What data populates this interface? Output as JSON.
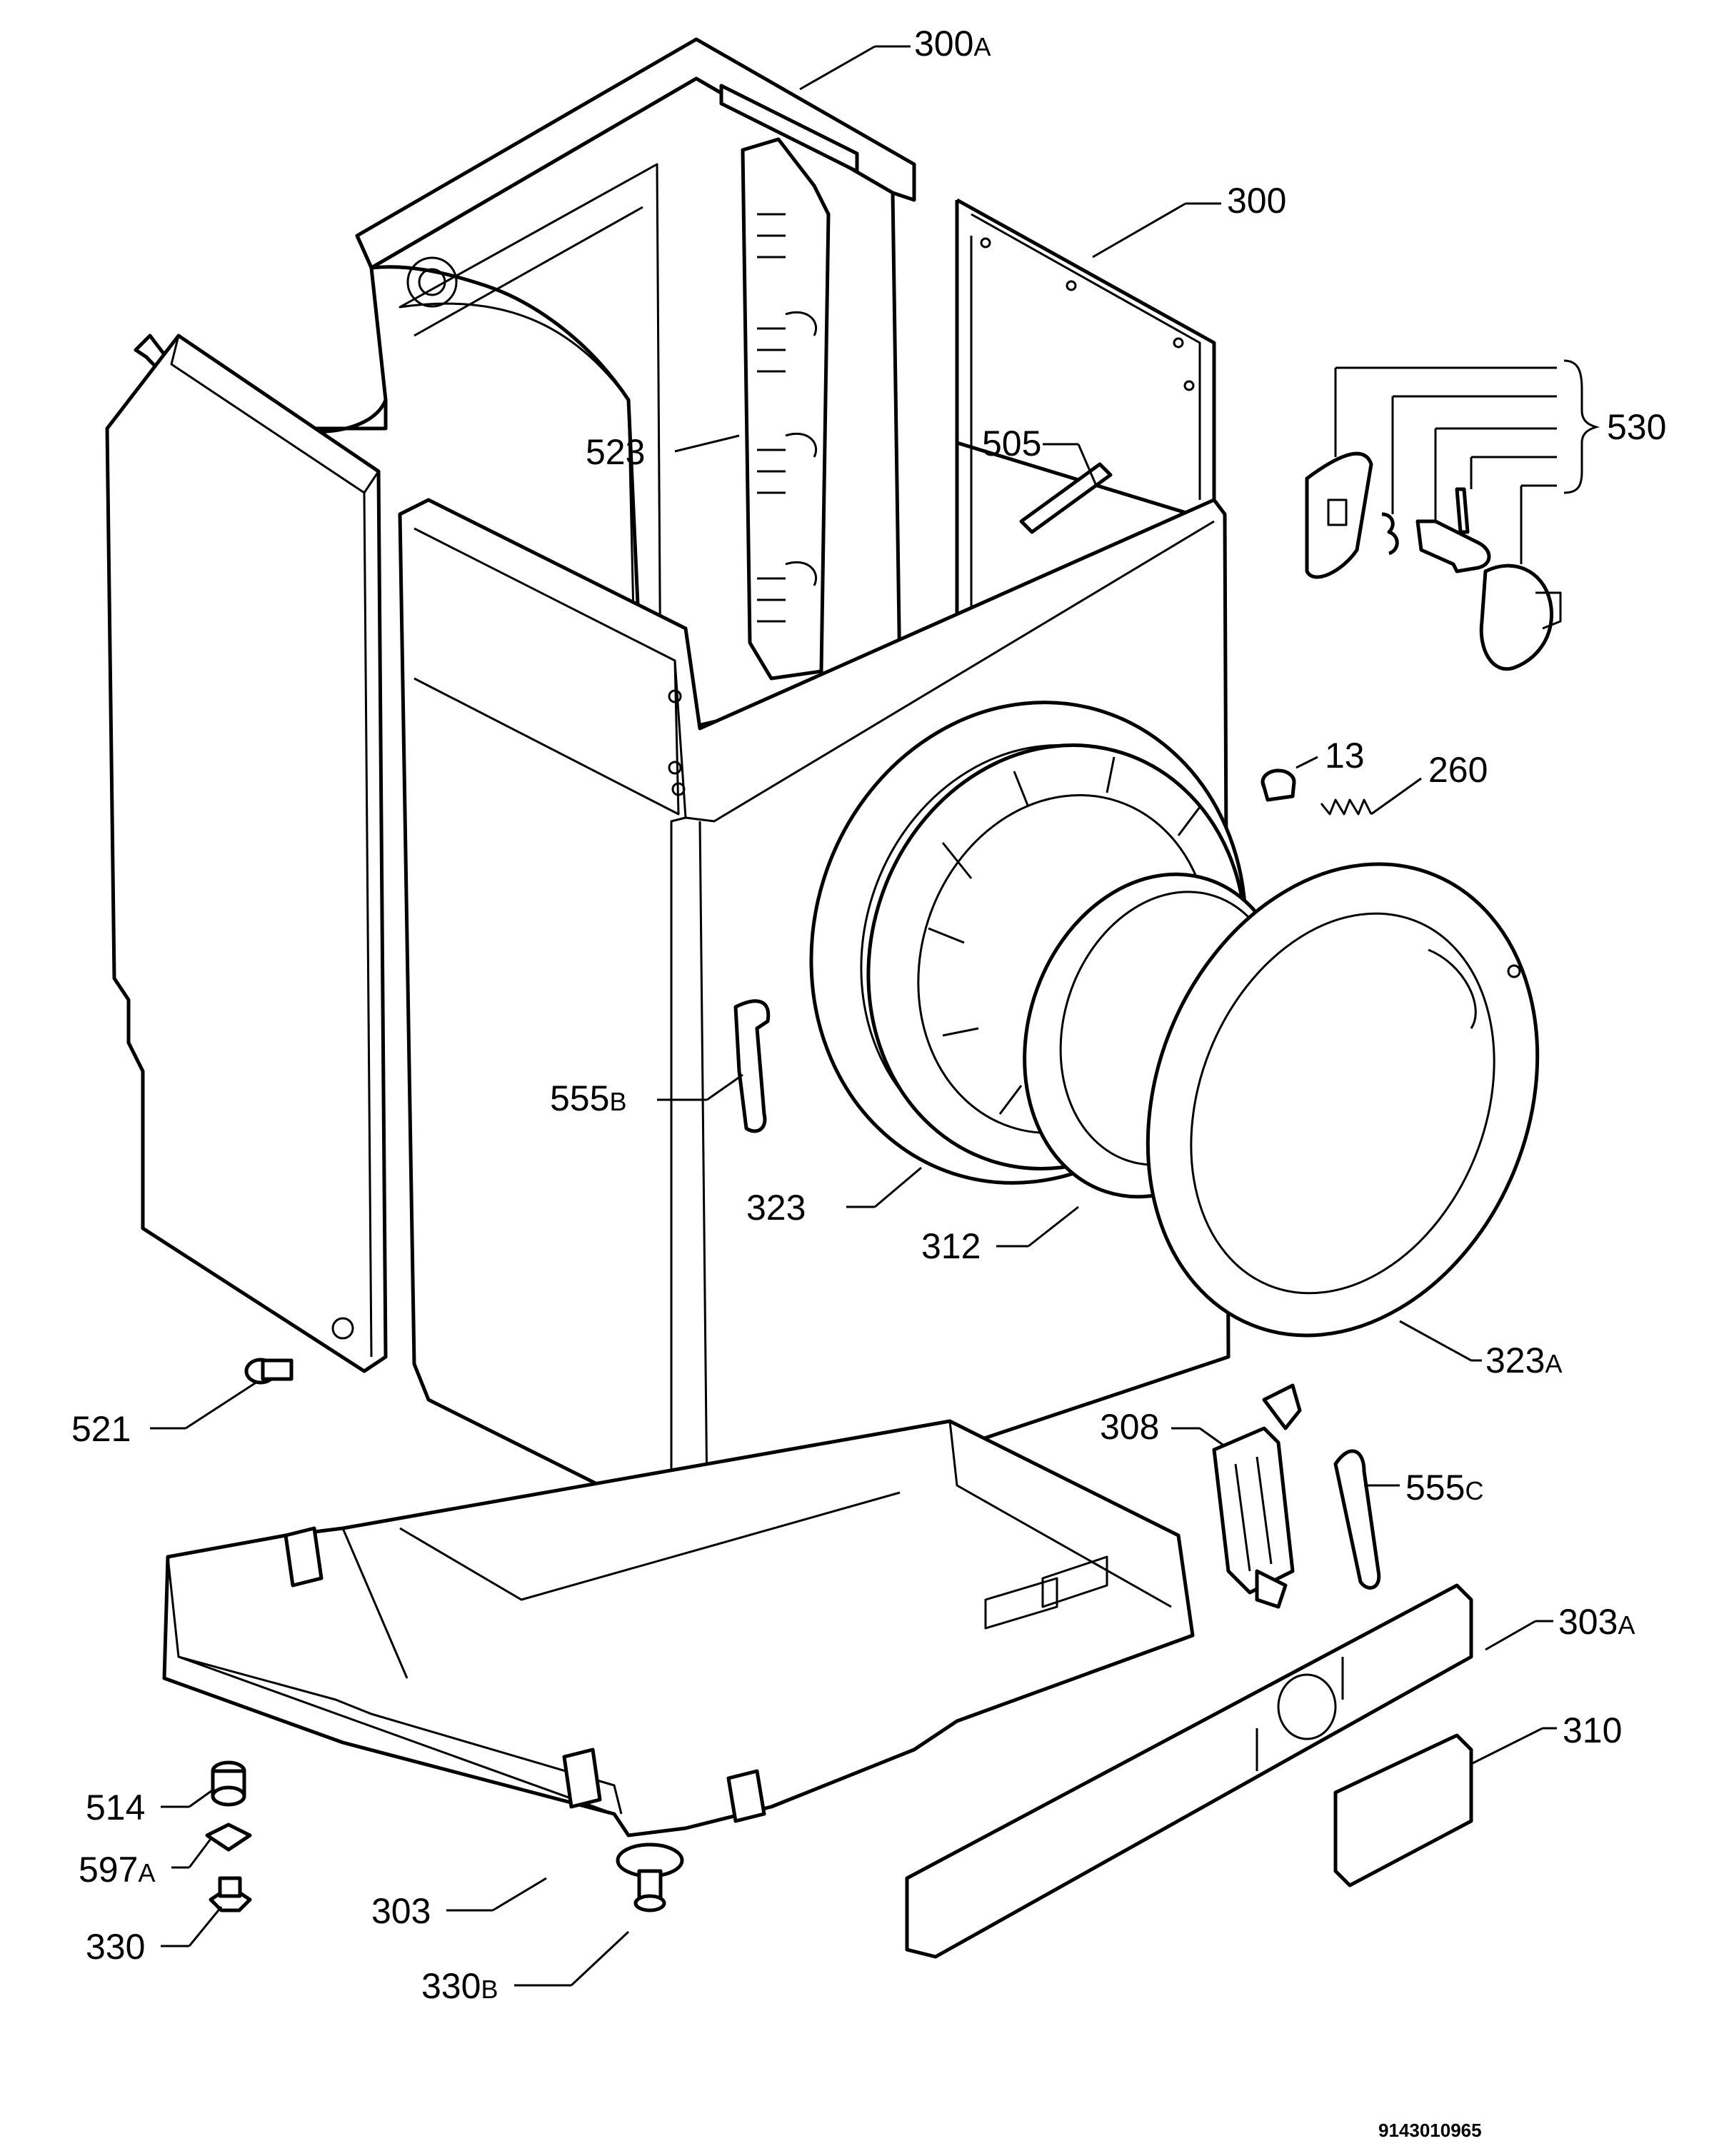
{
  "callouts": {
    "c300A": {
      "main": "300",
      "suffix": "A"
    },
    "c300": {
      "main": "300"
    },
    "c530": {
      "main": "530"
    },
    "c523": {
      "main": "523"
    },
    "c505": {
      "main": "505"
    },
    "c13": {
      "main": "13"
    },
    "c260": {
      "main": "260"
    },
    "c555B": {
      "main": "555",
      "suffix": "B"
    },
    "c323": {
      "main": "323"
    },
    "c312": {
      "main": "312"
    },
    "c323A": {
      "main": "323",
      "suffix": "A"
    },
    "c521": {
      "main": "521"
    },
    "c308": {
      "main": "308"
    },
    "c555C": {
      "main": "555",
      "suffix": "C"
    },
    "c303A": {
      "main": "303",
      "suffix": "A"
    },
    "c310": {
      "main": "310"
    },
    "c514": {
      "main": "514"
    },
    "c597A": {
      "main": "597",
      "suffix": "A"
    },
    "c303": {
      "main": "303"
    },
    "c330": {
      "main": "330"
    },
    "c330B": {
      "main": "330",
      "suffix": "B"
    }
  },
  "document_number": "9143010965"
}
